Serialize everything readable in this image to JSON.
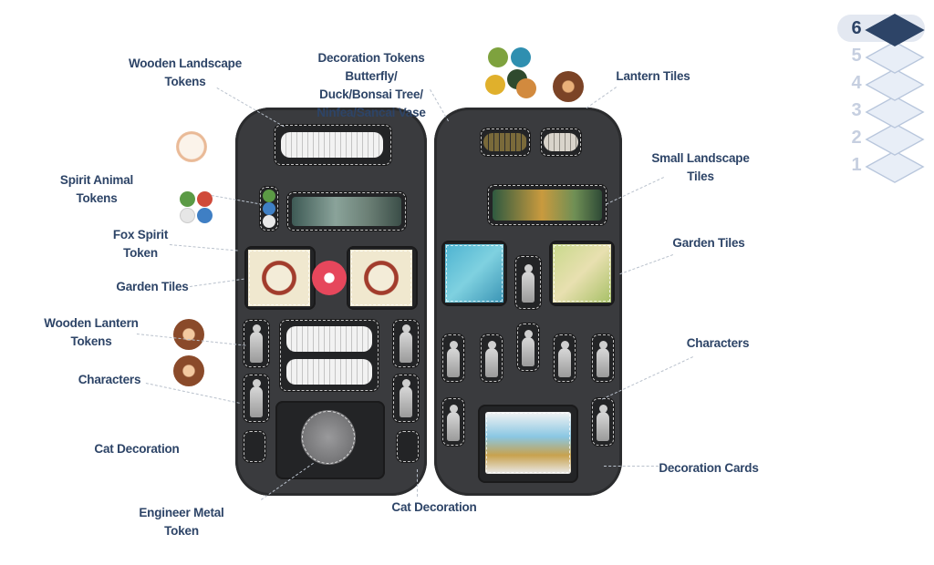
{
  "labels": {
    "wooden_landscape_tokens": "Wooden Landscape\nTokens",
    "decoration_tokens": "Decoration Tokens Butterfly/\nDuck/Bonsai Tree/\nNinfea/Sancai Vase",
    "lantern_tiles": "Lantern Tiles",
    "spirit_animal_tokens": "Spirit Animal\nTokens",
    "small_landscape_tiles": "Small Landscape\nTiles",
    "fox_spirit_token": "Fox Spirit\nToken",
    "garden_tiles_left": "Garden Tiles",
    "garden_tiles_right": "Garden Tiles",
    "wooden_lantern_tokens": "Wooden Lantern\nTokens",
    "characters_left": "Characters",
    "characters_right": "Characters",
    "cat_decoration_left": "Cat Decoration",
    "cat_decoration_bottom": "Cat Decoration",
    "decoration_cards": "Decoration Cards",
    "engineer_metal_token": "Engineer Metal\nToken"
  },
  "layer_indicator": {
    "levels": [
      "6",
      "5",
      "4",
      "3",
      "2",
      "1"
    ],
    "active_level": "6"
  },
  "colors": {
    "label": "#2d4467",
    "tray": "#3a3b3e",
    "layer_active": "#2d4467",
    "layer_inactive": "#c6cfe0"
  }
}
